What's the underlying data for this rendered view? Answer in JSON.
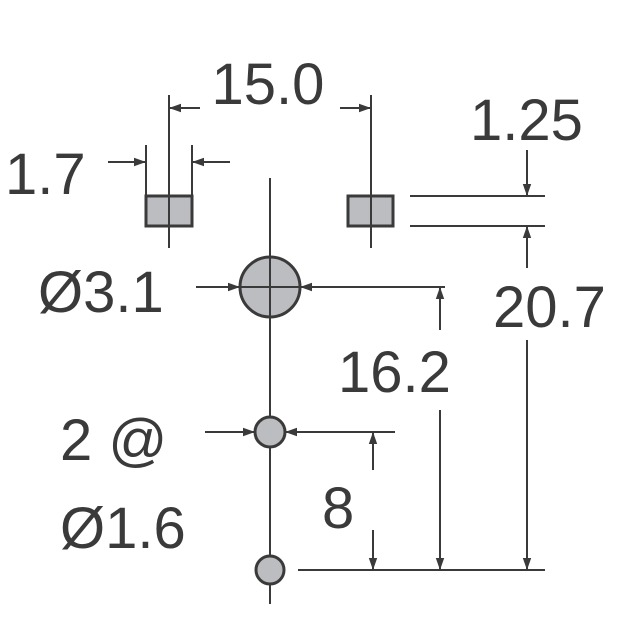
{
  "drawing": {
    "pad_spacing": "15.0",
    "pad_width": "1.7",
    "pad_height": "1.25",
    "overall_height": "20.7",
    "large_hole_diameter": "Ø3.1",
    "large_hole_offset": "16.2",
    "small_hole_count": "2 @",
    "small_hole_diameter": "Ø1.6",
    "small_hole_spacing": "8"
  },
  "colors": {
    "line": "#3a3a3a",
    "fill": "#bcbdc0"
  }
}
